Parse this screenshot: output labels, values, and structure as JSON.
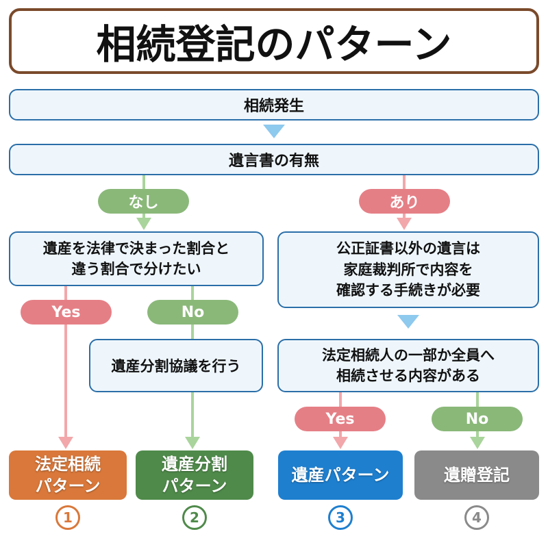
{
  "title": "相続登記のパターン",
  "nodes": {
    "start": "相続発生",
    "will": "遺言書の有無",
    "q_left": "遺産を法律で決まった割合と\n違う割合で分けたい",
    "division_talk": "遺産分割協議を行う",
    "q_right": "公正証書以外の遺言は\n家庭裁判所で内容を\n確認する手続きが必要",
    "q_right2": "法定相続人の一部か全員へ\n相続させる内容がある"
  },
  "branches": {
    "none": "なし",
    "exists": "あり",
    "left_yes": "Yes",
    "left_no": "No",
    "right_yes": "Yes",
    "right_no": "No"
  },
  "results": [
    {
      "label": "法定相続\nパターン",
      "number": "1",
      "color": "#d9783a"
    },
    {
      "label": "遺産分割\nパターン",
      "number": "2",
      "color": "#4f8a4a"
    },
    {
      "label": "遺産パターン",
      "number": "3",
      "color": "#1e7fcf"
    },
    {
      "label": "遺贈登記",
      "number": "4",
      "color": "#8a8a8a"
    }
  ],
  "colors": {
    "border_blue": "#2a6ea8",
    "node_fill": "#eef6fc",
    "down_arrow": "#8ec9ee",
    "pink_line": "#f2a7aa",
    "green_line": "#a9d49b"
  }
}
